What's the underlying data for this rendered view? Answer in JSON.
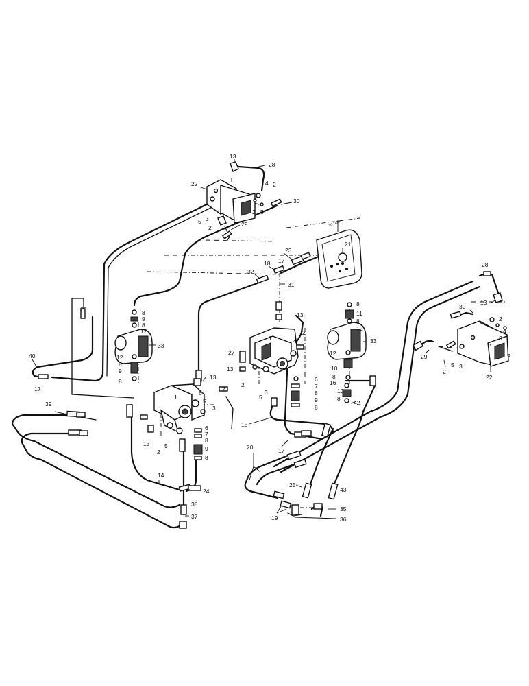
{
  "labels": {
    "l13a": "13",
    "l28a": "28",
    "l22a": "22",
    "l4a": "4",
    "l2a": "2",
    "l5a": "5",
    "l3a": "3",
    "l2b": "2",
    "l5b": "5",
    "l29a": "29",
    "l30a": "30",
    "l21": "21",
    "l23": "23",
    "l17a": "17",
    "l18": "18",
    "l32": "32",
    "l31": "31",
    "l26": "26",
    "l40": "40",
    "l17b": "17",
    "l8a": "8",
    "l9a": "9",
    "l8b": "8",
    "l12a": "12",
    "l33a": "33",
    "l12b": "12",
    "l8c": "8",
    "l9b": "9",
    "l8d": "8",
    "l13b": "13",
    "l1a": "1",
    "l6a": "6",
    "l2c": "2",
    "l5c": "5",
    "l3b": "3",
    "l5d": "5",
    "l2d": "2",
    "l13c": "13",
    "l6b": "6",
    "l7a": "7",
    "l8e": "8",
    "l9c": "9",
    "l8f": "8",
    "l39": "39",
    "l14": "14",
    "l24": "24",
    "l38": "38",
    "l37": "37",
    "l13d": "13",
    "l2e": "2",
    "l27": "27",
    "l13e": "13",
    "l1b": "1",
    "l4b": "4",
    "l2f": "2",
    "l5e": "5",
    "l3c": "3",
    "l6c": "6",
    "l7b": "7",
    "l8g": "8",
    "l9d": "9",
    "l8h": "8",
    "l15": "15",
    "l42": "42",
    "l16": "16",
    "l8i": "8",
    "l11": "11",
    "l8j": "8",
    "l12c": "12",
    "l33b": "33",
    "l12d": "12",
    "l10a": "10",
    "l8k": "8",
    "l10b": "10",
    "l8l": "8",
    "l17c": "17",
    "l20": "20",
    "l25": "25",
    "l43": "43",
    "l19": "19",
    "l35": "35",
    "l36": "36",
    "l28b": "28",
    "l13f": "13",
    "l30b": "30",
    "l2g": "2",
    "l4c": "4",
    "l3d": "3",
    "l6d": "6",
    "l29b": "29",
    "l2h": "2",
    "l5f": "5",
    "l3e": "3",
    "l22b": "22",
    "l5g": "5"
  },
  "tank_caption": "TO TANK"
}
